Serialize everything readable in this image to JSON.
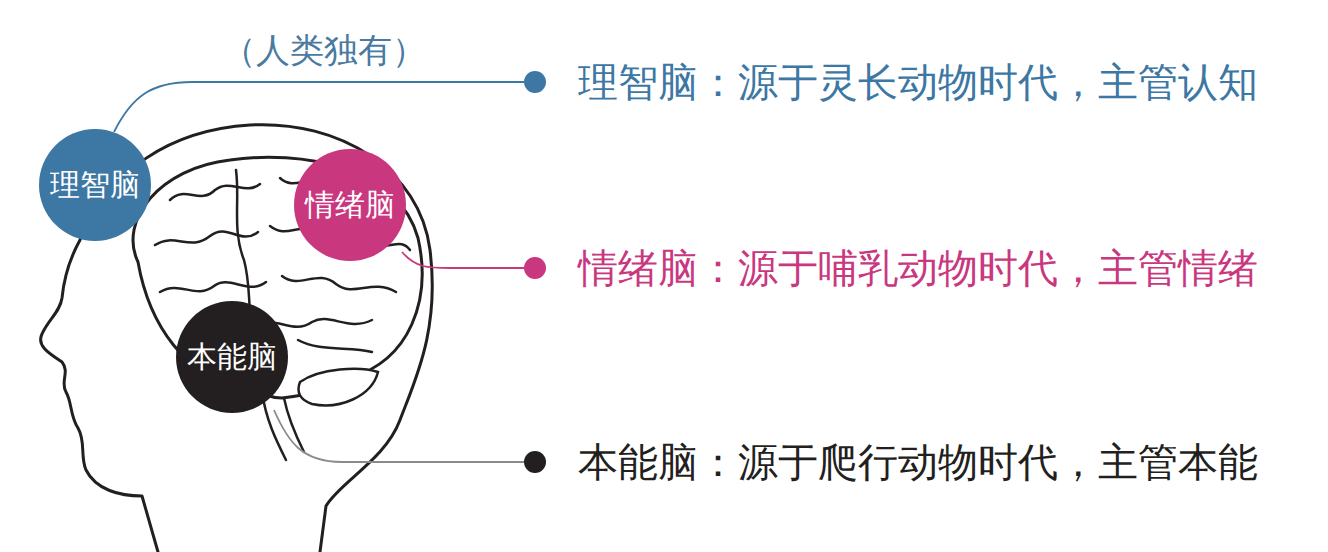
{
  "diagram": {
    "nodes": [
      {
        "text": [
          "理智脑"
        ]
      },
      {
        "text": [
          "情绪脑"
        ]
      },
      {
        "text": [
          "本能脑"
        ]
      }
    ],
    "labels": [
      "（人类独有）",
      "理智脑：源于灵长动物时代，主管认知",
      "情绪脑：源于哺乳动物时代，主管情绪",
      "本能脑：源于爬行动物时代，主管本能"
    ]
  }
}
